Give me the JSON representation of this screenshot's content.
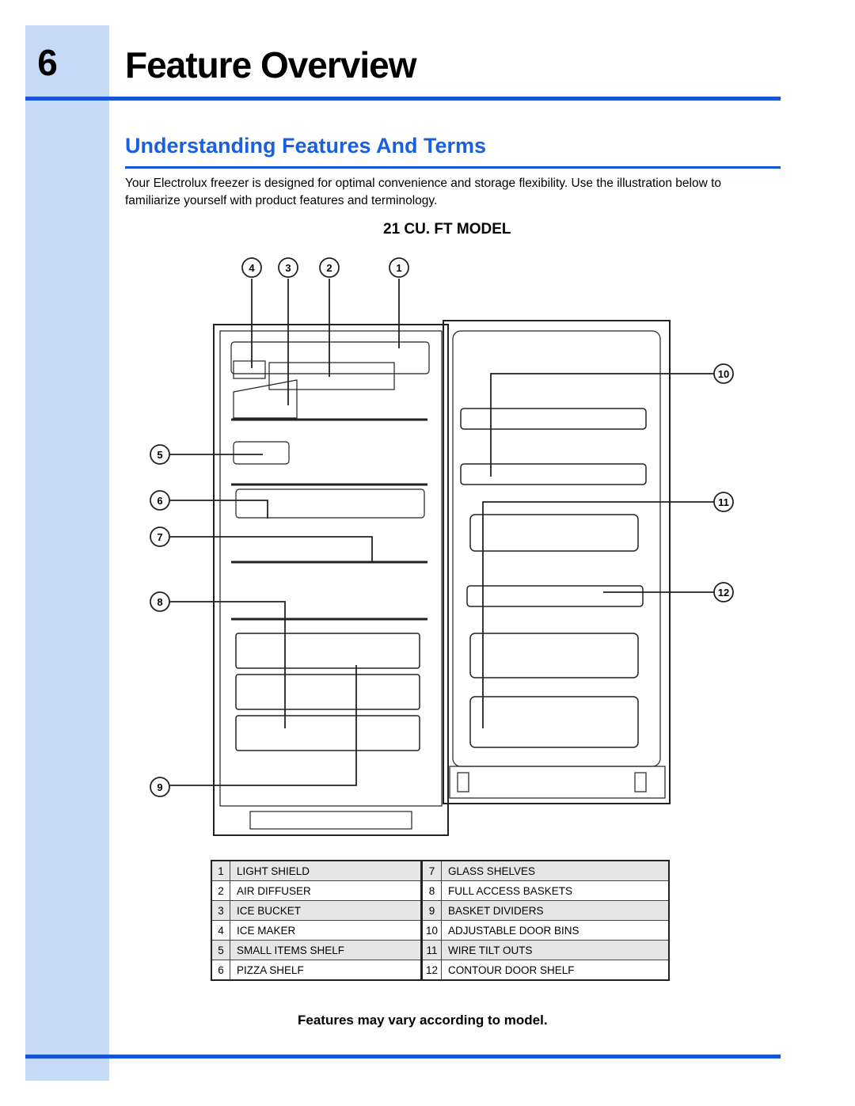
{
  "chapter": {
    "number": "6",
    "title": "Feature Overview"
  },
  "section": {
    "title": "Understanding Features And Terms",
    "intro": "Your Electrolux freezer is designed for optimal convenience and storage flexibility. Use the illustration below to familiarize yourself with product features and terminology."
  },
  "model_title": "21 CU. FT MODEL",
  "callouts": [
    "1",
    "2",
    "3",
    "4",
    "5",
    "6",
    "7",
    "8",
    "9",
    "10",
    "11",
    "12"
  ],
  "legend": [
    {
      "left_num": "1",
      "left_label": "LIGHT SHIELD",
      "right_num": "7",
      "right_label": "GLASS SHELVES"
    },
    {
      "left_num": "2",
      "left_label": "AIR DIFFUSER",
      "right_num": "8",
      "right_label": "FULL ACCESS BASKETS"
    },
    {
      "left_num": "3",
      "left_label": "ICE BUCKET",
      "right_num": "9",
      "right_label": "BASKET DIVIDERS"
    },
    {
      "left_num": "4",
      "left_label": "ICE MAKER",
      "right_num": "10",
      "right_label": "ADJUSTABLE DOOR BINS"
    },
    {
      "left_num": "5",
      "left_label": "SMALL ITEMS SHELF",
      "right_num": "11",
      "right_label": "WIRE TILT OUTS"
    },
    {
      "left_num": "6",
      "left_label": "PIZZA SHELF",
      "right_num": "12",
      "right_label": "CONTOUR DOOR SHELF"
    }
  ],
  "note": "Features may vary according to model.",
  "colors": {
    "accent": "#1655d8",
    "sidebar": "#c6daf7",
    "heading": "#1a5fe0"
  }
}
